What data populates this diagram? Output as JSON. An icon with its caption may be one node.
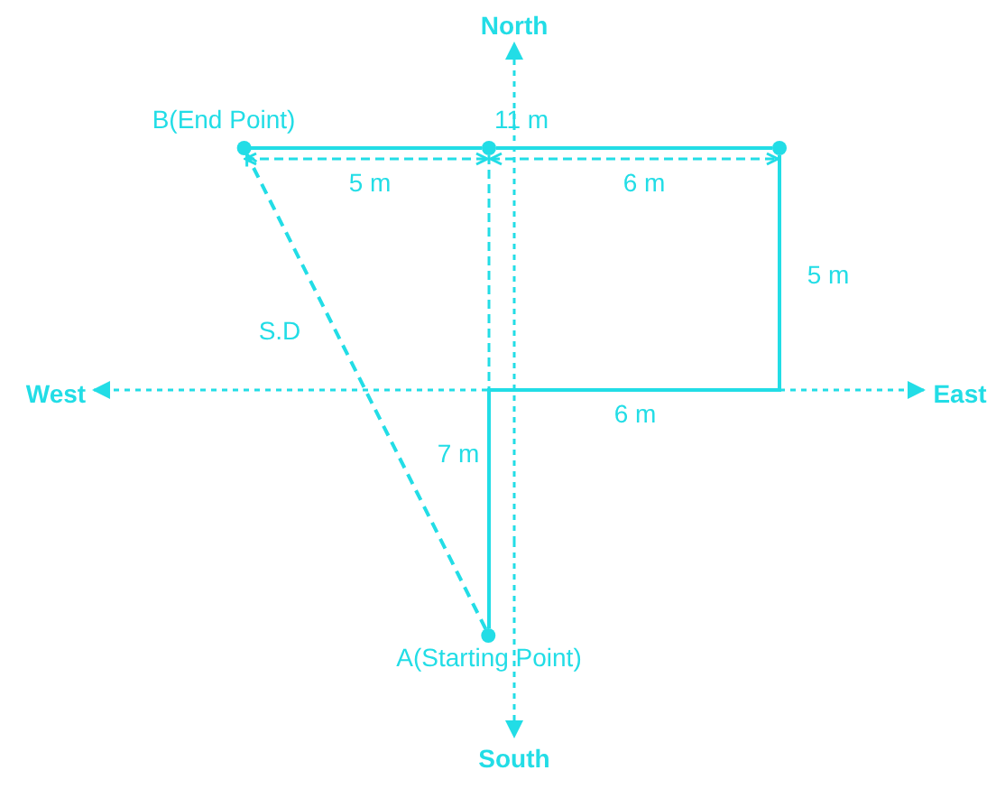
{
  "diagram": {
    "nodes": [
      {
        "text": [
          "B(End Point)"
        ]
      },
      {
        "text": [],
        "shape": "circle"
      },
      {
        "text": [],
        "shape": "circle"
      },
      {
        "text": [
          "A(Starting Point)"
        ]
      }
    ],
    "edges": [
      {
        "from": 3,
        "to": 2,
        "arrow": "none"
      },
      {
        "from": 2,
        "to": 1,
        "arrow": "none"
      },
      {
        "from": 1,
        "to": 0,
        "arrow": "none"
      },
      {
        "from": 3,
        "to": 0,
        "arrow": "to",
        "style": "dashed",
        "label": "S.D"
      }
    ],
    "labels": [
      "North",
      "11 m",
      "5 m",
      "6 m",
      "5 m",
      "West",
      "East",
      "6 m",
      "7 m",
      "South"
    ]
  }
}
